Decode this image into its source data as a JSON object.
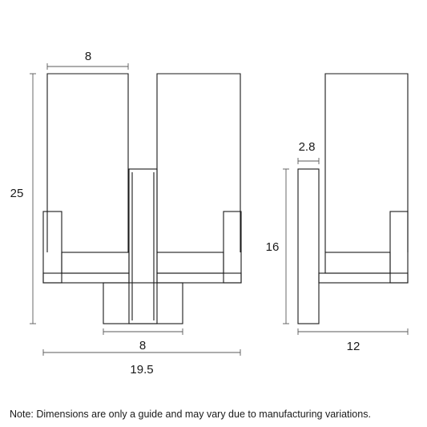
{
  "dimensions": {
    "shade_width": "8",
    "overall_height": "25",
    "backplate_width": "8",
    "overall_width": "19.5",
    "backplate_depth": "2.8",
    "backplate_height": "16",
    "overall_depth": "12"
  },
  "note": "Note: Dimensions are only a guide and may vary due to manufacturing variations."
}
